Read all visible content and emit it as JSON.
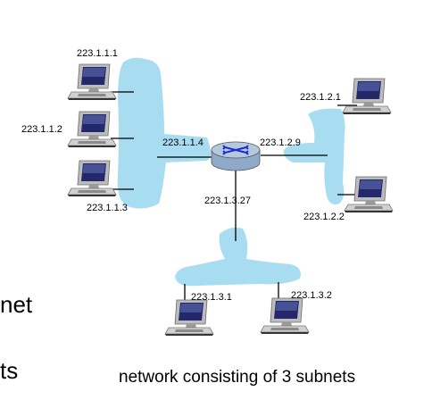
{
  "subnet_color": "#a8dcf0",
  "router_color": "#8fa9c9",
  "arrow_color": "#1a2fd0",
  "labels": {
    "h111": "223.1.1.1",
    "h112": "223.1.1.2",
    "h113": "223.1.1.3",
    "r1": "223.1.1.4",
    "r2": "223.1.2.9",
    "r3": "223.1.3.27",
    "h121": "223.1.2.1",
    "h122": "223.1.2.2",
    "h131": "223.1.3.1",
    "h132": "223.1.3.2"
  },
  "side_fragments": {
    "top": "net",
    "bottom": "ts"
  },
  "caption": "network consisting of 3 subnets"
}
